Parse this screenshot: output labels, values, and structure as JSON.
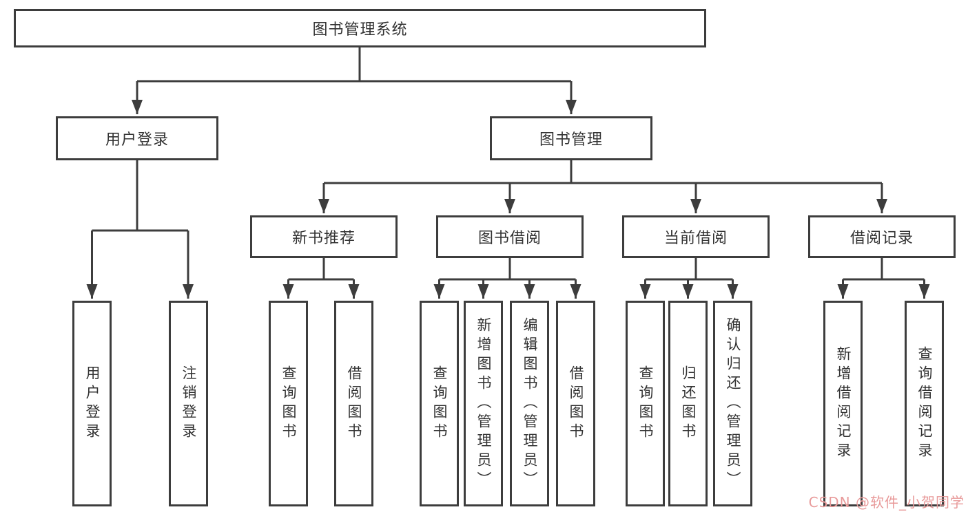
{
  "colors": {
    "line": "#3d3d3d",
    "text": "#333333",
    "background": "#ffffff",
    "watermark": "#e89a9a"
  },
  "tree": {
    "root": {
      "label": "图书管理系统"
    },
    "level2": [
      {
        "label": "用户登录",
        "children": [
          {
            "label": "用户登录"
          },
          {
            "label": "注销登录"
          }
        ]
      },
      {
        "label": "图书管理",
        "groups": [
          {
            "label": "新书推荐",
            "children": [
              {
                "label": "查询图书"
              },
              {
                "label": "借阅图书"
              }
            ]
          },
          {
            "label": "图书借阅",
            "children": [
              {
                "label": "查询图书"
              },
              {
                "label": "新增图书（管理员）"
              },
              {
                "label": "编辑图书（管理员）"
              },
              {
                "label": "借阅图书"
              }
            ]
          },
          {
            "label": "当前借阅",
            "children": [
              {
                "label": "查询图书"
              },
              {
                "label": "归还图书"
              },
              {
                "label": "确认归还（管理员）"
              }
            ]
          },
          {
            "label": "借阅记录",
            "children": [
              {
                "label": "新增借阅记录"
              },
              {
                "label": "查询借阅记录"
              }
            ]
          }
        ]
      }
    ]
  },
  "watermark": {
    "text": "CSDN @软件_小贺同学"
  }
}
